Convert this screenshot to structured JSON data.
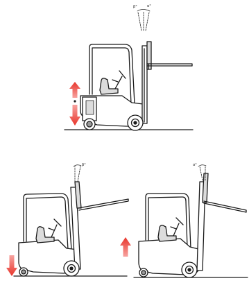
{
  "diagram": {
    "top_forklift": {
      "angle_labels": [
        "β°",
        "α°"
      ],
      "arrows": [
        "up",
        "down"
      ]
    },
    "bottom_left_forklift": {
      "angle_labels": [
        "β°"
      ],
      "arrows": [
        "down"
      ]
    },
    "bottom_right_forklift": {
      "angle_labels": [
        "α°"
      ],
      "arrows": [
        "up"
      ]
    }
  },
  "colors": {
    "line": "#1a1a1a",
    "arrow_red": "#e8352b",
    "arrow_red_light": "#f7a3a0",
    "body_fill": "#ffffff",
    "seat_grey": "#dcdcdc",
    "wheel_grey": "#9a9a9a"
  }
}
